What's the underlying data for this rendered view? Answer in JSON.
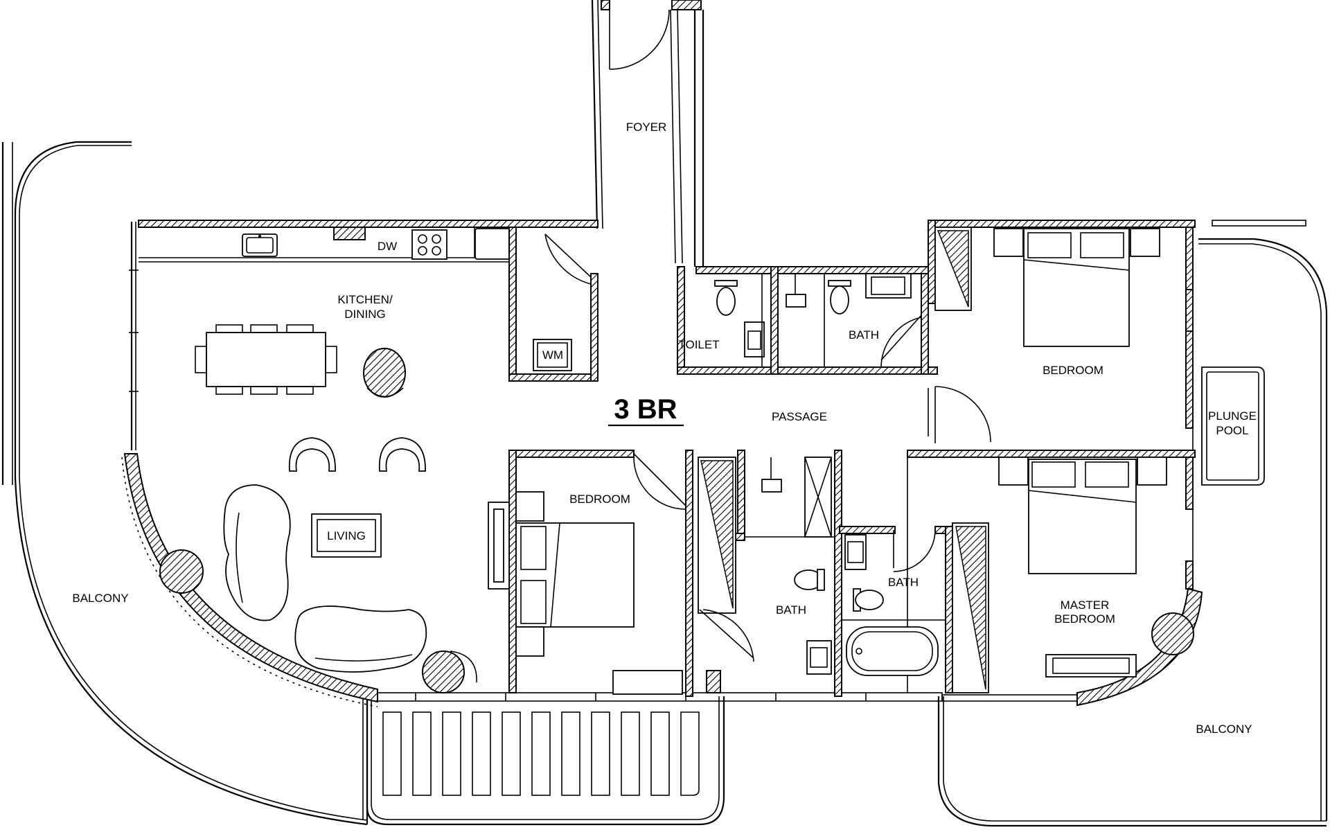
{
  "plan": {
    "title": "3 BR",
    "rooms": {
      "foyer": "FOYER",
      "kitchen_line1": "KITCHEN/",
      "kitchen_line2": "DINING",
      "dishwasher": "DW",
      "washing_machine": "WM",
      "toilet": "TOILET",
      "bath_upper": "BATH",
      "bedroom_upper_right": "BEDROOM",
      "passage": "PASSAGE",
      "plunge_line1": "PLUNGE",
      "plunge_line2": "POOL",
      "bedroom_lower": "BEDROOM",
      "living": "LIVING",
      "balcony_left": "BALCONY",
      "bath_center": "BATH",
      "bath_right": "BATH",
      "master_line1": "MASTER",
      "master_line2": "BEDROOM",
      "balcony_right": "BALCONY"
    },
    "colors": {
      "ink": "#000000",
      "paper": "#ffffff"
    }
  }
}
